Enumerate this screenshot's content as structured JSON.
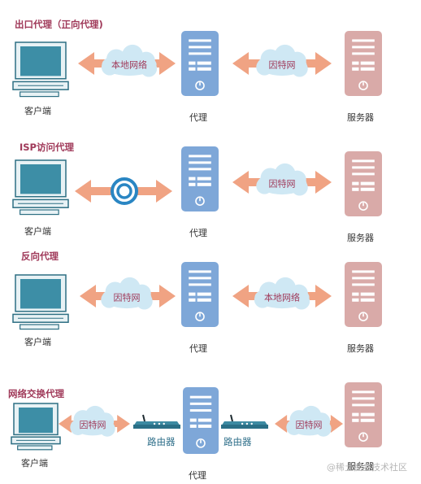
{
  "sections": [
    {
      "title": "出口代理（正向代理)",
      "left_link": "本地网络",
      "right_link": "因特网"
    },
    {
      "title": "ISP访问代理",
      "left_link": "",
      "right_link": "因特网"
    },
    {
      "title": "反向代理",
      "left_link": "因特网",
      "right_link": "本地网络"
    },
    {
      "title": "网络交换代理",
      "left_link": "因特网",
      "right_link": "因特网",
      "router_left": "路由器",
      "router_right": "路由器"
    }
  ],
  "labels": {
    "client": "客户端",
    "proxy": "代理",
    "server": "服务器"
  },
  "watermark": "@稀土掘金技术社区",
  "colors": {
    "title": "#a03a5a",
    "arrow": "#f0a383",
    "cloud": "#cfe8f4",
    "proxy_server": "#7ea7d8",
    "server": "#d9aaa8",
    "monitor": "#3d8ea6",
    "target_ring": "#2a86c3"
  },
  "icons": [
    "client-computer-icon",
    "proxy-server-icon",
    "server-icon",
    "cloud-icon",
    "arrow-icon",
    "target-icon",
    "router-icon"
  ]
}
